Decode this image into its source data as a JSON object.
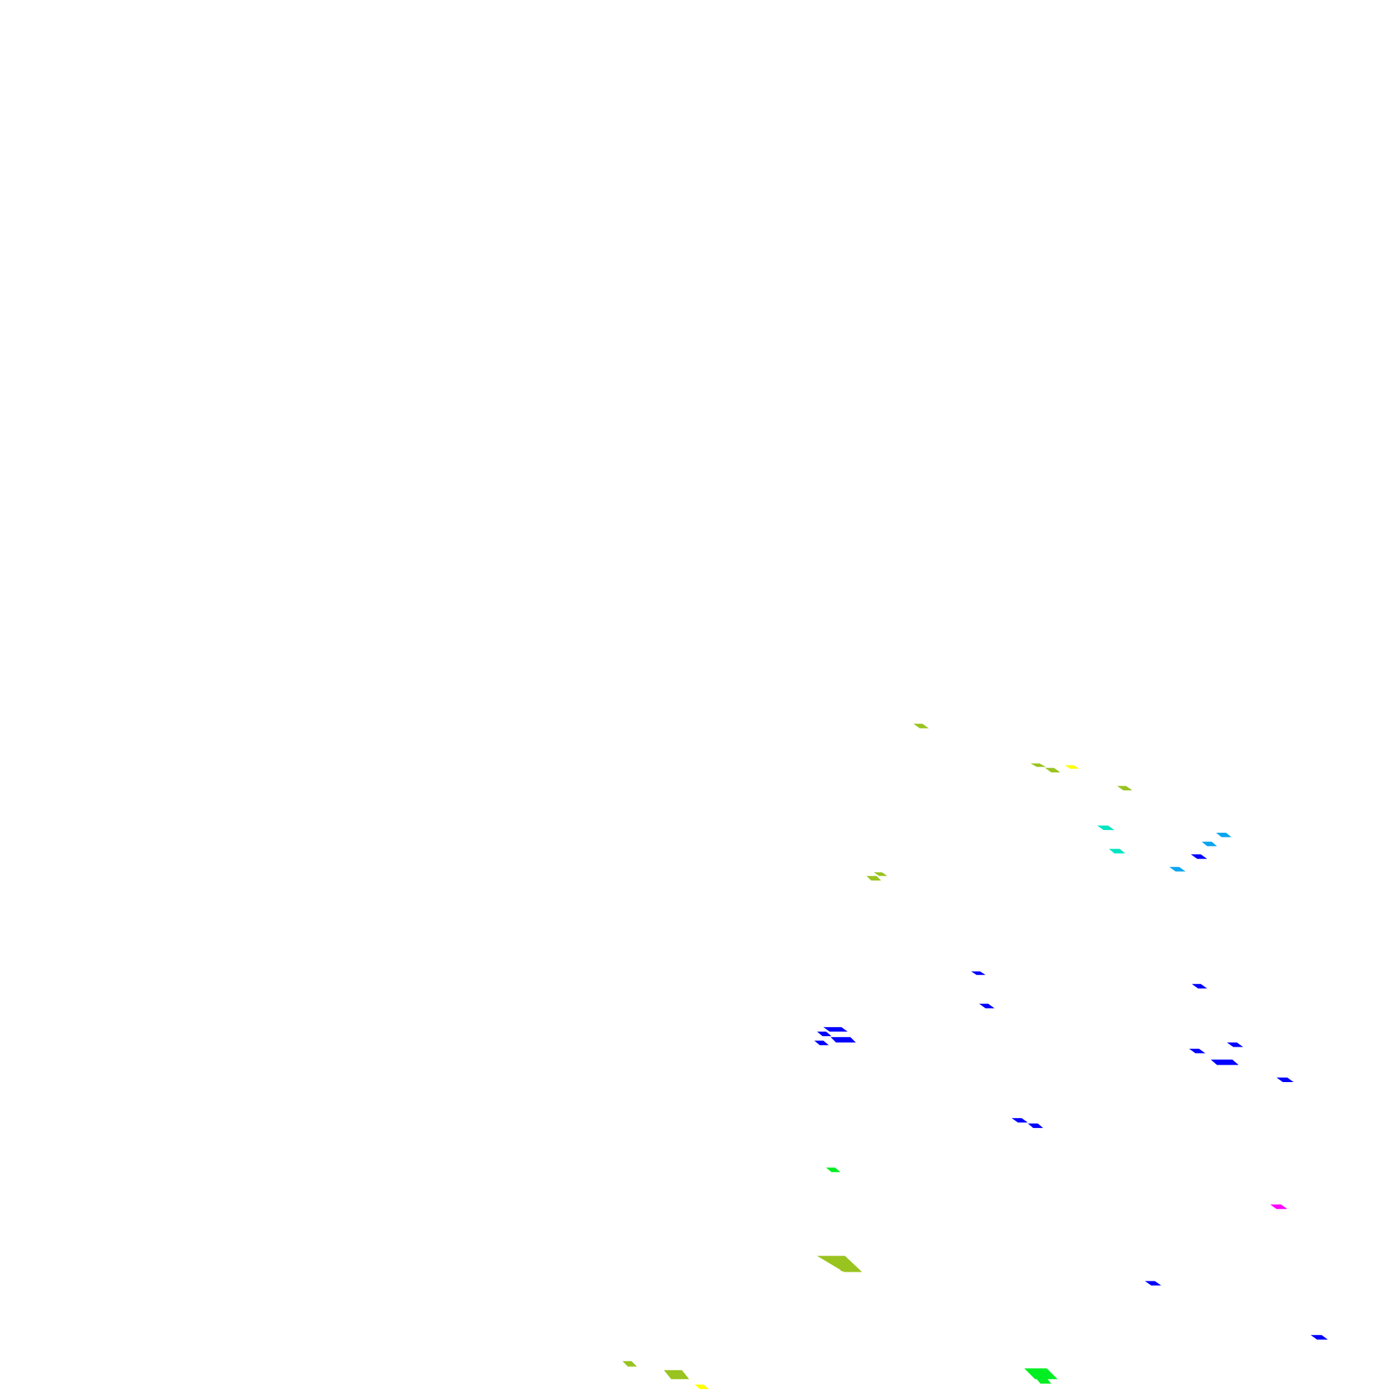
{
  "background_color": "#ffffff",
  "palette": {
    "olive": "#99c31f",
    "yellow": "#ffff00",
    "cyan": "#00e5c0",
    "sky": "#0aa5f0",
    "blue": "#0000ff",
    "green": "#00ee22",
    "magenta": "#ff00ff"
  },
  "shape_colors": [
    "olive",
    "olive",
    "olive",
    "yellow",
    "olive",
    "cyan",
    "cyan",
    "sky",
    "sky",
    "blue",
    "sky",
    "olive",
    "olive",
    "blue",
    "blue",
    "blue",
    "blue",
    "blue",
    "blue",
    "blue",
    "blue",
    "blue",
    "blue",
    "blue",
    "blue",
    "blue",
    "green",
    "magenta",
    "olive",
    "olive",
    "blue",
    "blue",
    "olive",
    "olive",
    "yellow",
    "green",
    "green"
  ]
}
